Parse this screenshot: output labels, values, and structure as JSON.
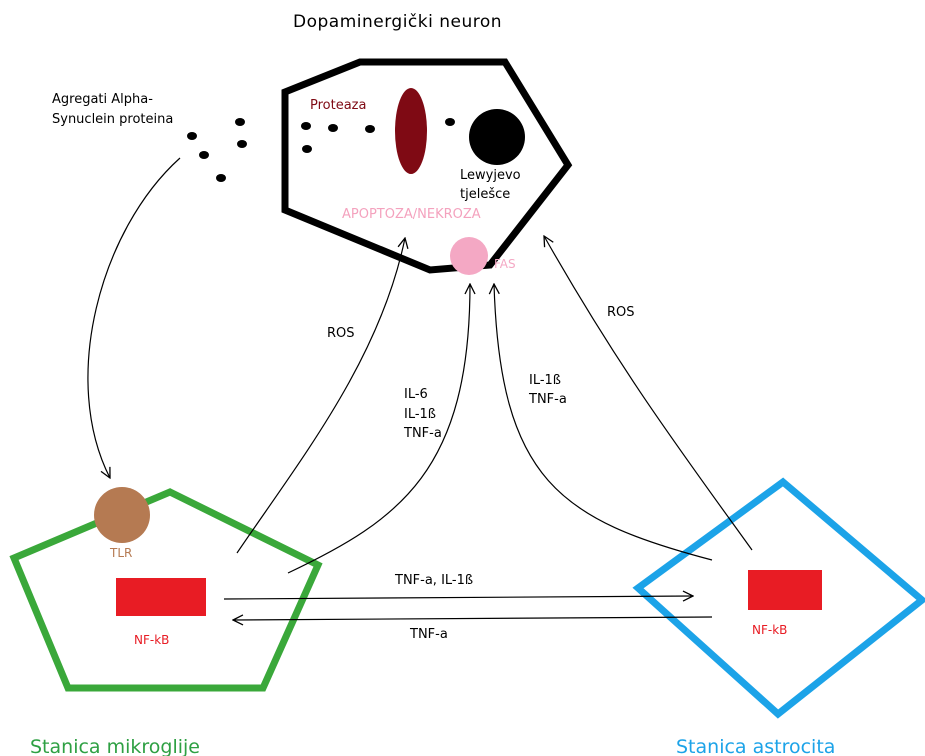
{
  "title": "Dopaminergički  neuron",
  "aggregates_label_line1": "Agregati Alpha-",
  "aggregates_label_line2": "Synuclein proteina",
  "protease_label": "Proteaza",
  "lewy_label_line1": "Lewyjevo",
  "lewy_label_line2": "tjelešce",
  "apoptosis_label": "APOPTOZA/NEKROZA",
  "fas_label": "FAS",
  "ros_left_label": "ROS",
  "ros_right_label": "ROS",
  "cytokines_microglia": [
    "IL-6",
    "IL-1ß",
    "TNF-a"
  ],
  "cytokines_astrocyte": [
    "IL-1ß",
    "TNF-a"
  ],
  "tlr_label": "TLR",
  "nfkb_left_label": "NF-kB",
  "nfkb_right_label": "NF-kB",
  "arrow_to_astrocyte_label": "TNF-a, IL-1ß",
  "arrow_to_microglia_label": "TNF-a",
  "microglia_caption": "Stanica mikroglije",
  "astrocyte_caption": "Stanica astrocita",
  "colors": {
    "neuron_outline": "#000000",
    "protease": "#7f0a14",
    "lewy_body": "#000000",
    "apoptosis_text": "#f4a2be",
    "fas": "#f4a8c4",
    "microglia_outline": "#3aa83a",
    "astrocyte_outline": "#1ca3e8",
    "tlr": "#b57a52",
    "nfkb": "#e81c24",
    "nfkb_text": "#e81c24",
    "microglia_caption": "#2ea043",
    "astrocyte_caption": "#1ca3e8"
  }
}
